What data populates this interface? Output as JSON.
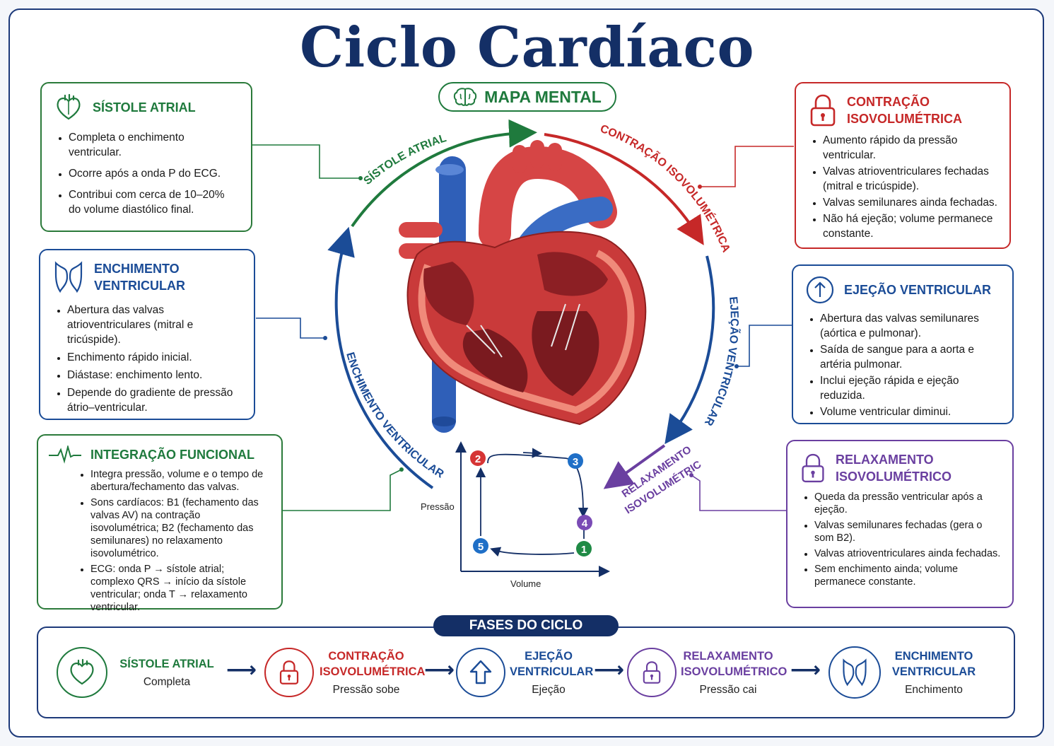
{
  "title": "Ciclo Cardíaco",
  "badge": "MAPA MENTAL",
  "colors": {
    "green": "#1f7a3d",
    "blue": "#1b4c97",
    "red": "#c62828",
    "purple": "#6a3fa0",
    "navy": "#142f66"
  },
  "cycle_labels": {
    "sistole": "SÍSTOLE ATRIAL",
    "contracao": "CONTRAÇÃO ISOVOLUMÉTRICA",
    "ejecao": "EJEÇÃO VENTRICULAR",
    "relax_1": "RELAXAMENTO",
    "relax_2": "ISOVOLUMÉTRICO",
    "enchimento": "ENCHIMENTO VENTRICULAR"
  },
  "boxes": {
    "sistole_atrial": {
      "icon": "heart-icon",
      "title": "SÍSTOLE ATRIAL",
      "items": [
        "Completa o enchimento ventricular.",
        "Ocorre após a onda P do ECG.",
        "Contribui com cerca de 10–20% do volume diastólico final."
      ]
    },
    "enchimento": {
      "icon": "valves-icon",
      "title_1": "ENCHIMENTO",
      "title_2": "VENTRICULAR",
      "items": [
        "Abertura das valvas atrioventriculares (mitral e tricúspide).",
        "Enchimento rápido inicial.",
        "Diástase: enchimento lento.",
        "Depende do gradiente de pressão átrio–ventricular."
      ]
    },
    "integracao": {
      "icon": "pulse-icon",
      "title": "INTEGRAÇÃO FUNCIONAL",
      "items": [
        "Integra pressão, volume e o tempo de abertura/fechamento das valvas.",
        "Sons cardíacos: B1 (fechamento das valvas AV) na contração isovolumétrica; B2 (fechamento das semilunares) no relaxamento isovolumétrico.",
        "ECG: onda P → sístole atrial; complexo QRS → início da sístole ventricular; onda T → relaxamento ventricular."
      ]
    },
    "contracao": {
      "icon": "lock-icon",
      "title_1": "CONTRAÇÃO",
      "title_2": "ISOVOLUMÉTRICA",
      "items": [
        "Aumento rápido da pressão ventricular.",
        "Valvas atrioventriculares fechadas (mitral e tricúspide).",
        "Valvas semilunares ainda fechadas.",
        "Não há ejeção; volume permanece constante."
      ]
    },
    "ejecao": {
      "icon": "arrow-up-icon",
      "title": "EJEÇÃO VENTRICULAR",
      "items": [
        "Abertura das valvas semilunares (aórtica e pulmonar).",
        "Saída de sangue para a aorta e artéria pulmonar.",
        "Inclui ejeção rápida e ejeção reduzida.",
        "Volume ventricular diminui."
      ]
    },
    "relaxamento": {
      "icon": "lock-icon",
      "title_1": "RELAXAMENTO",
      "title_2": "ISOVOLUMÉTRICO",
      "items": [
        "Queda da pressão ventricular após a ejeção.",
        "Valvas semilunares fechadas (gera o som B2).",
        "Valvas atrioventriculares ainda fechadas.",
        "Sem enchimento ainda; volume permanece constante."
      ]
    }
  },
  "pv_loop": {
    "ylabel": "Pressão",
    "xlabel": "Volume",
    "points": [
      "1",
      "2",
      "3",
      "4",
      "5"
    ]
  },
  "phases": {
    "label": "FASES DO CICLO",
    "steps": [
      {
        "icon": "heart-icon",
        "title_1": "SÍSTOLE ATRIAL",
        "title_2": "",
        "desc": "Completa"
      },
      {
        "icon": "lock-icon",
        "title_1": "CONTRAÇÃO",
        "title_2": "ISOVOLUMÉTRICA",
        "desc": "Pressão sobe"
      },
      {
        "icon": "arrow-up-icon",
        "title_1": "EJEÇÃO",
        "title_2": "VENTRICULAR",
        "desc": "Ejeção"
      },
      {
        "icon": "lock-icon",
        "title_1": "RELAXAMENTO",
        "title_2": "ISOVOLUMÉTRICO",
        "desc": "Pressão cai"
      },
      {
        "icon": "valves-icon",
        "title_1": "ENCHIMENTO",
        "title_2": "VENTRICULAR",
        "desc": "Enchimento"
      }
    ]
  }
}
